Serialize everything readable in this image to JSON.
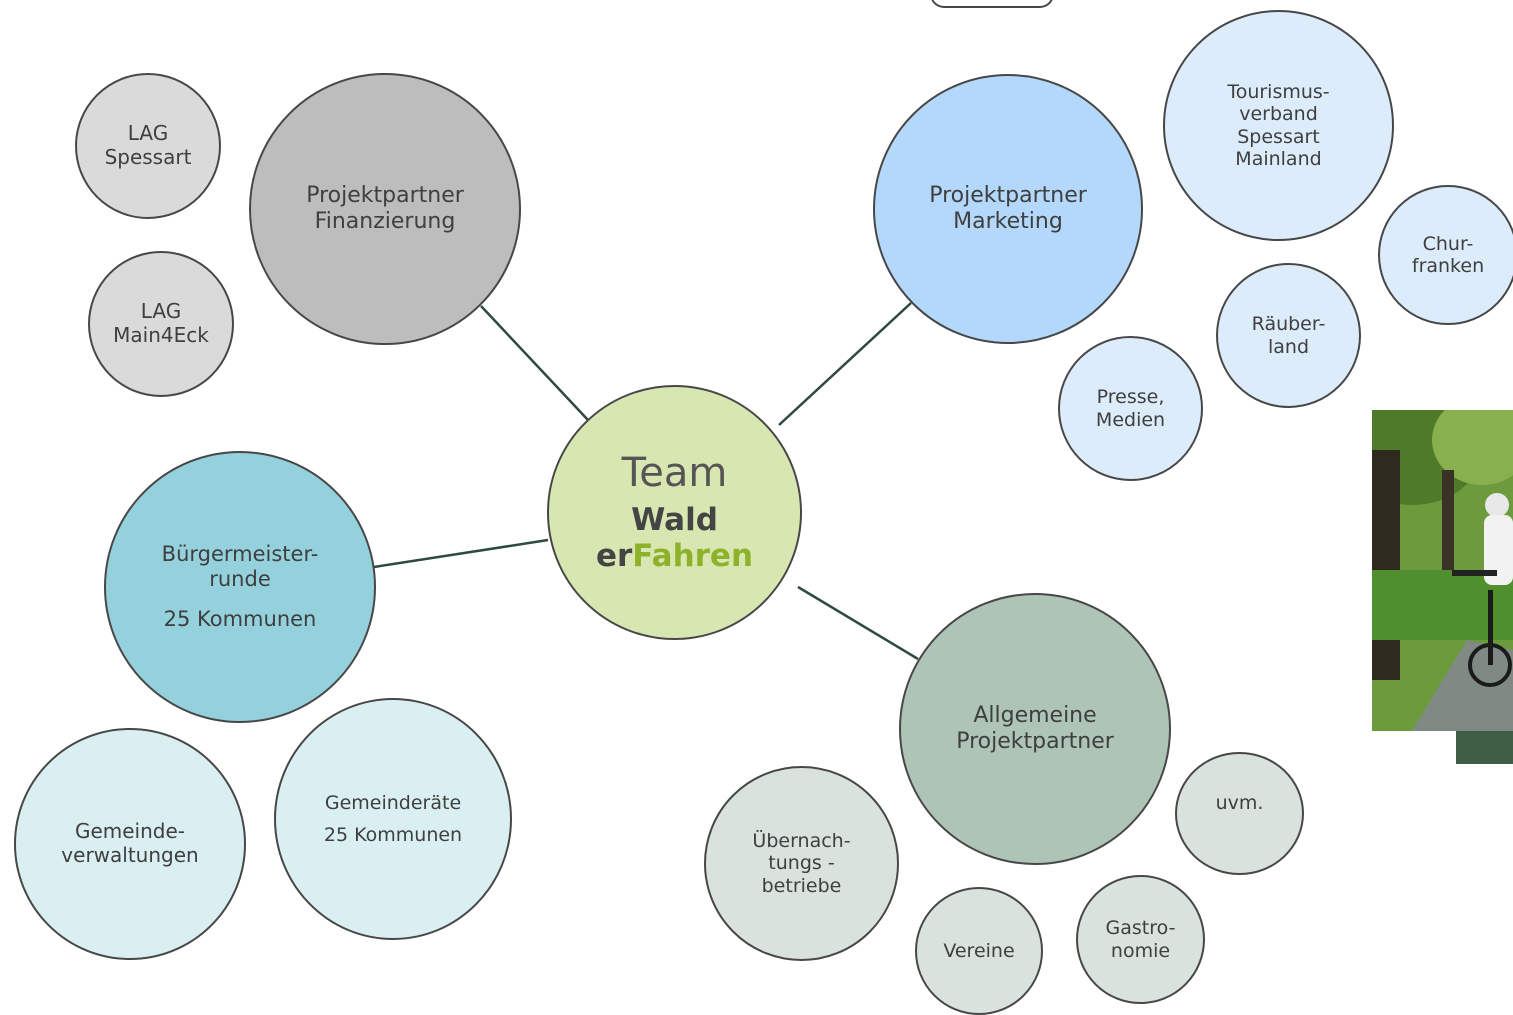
{
  "diagram": {
    "center": {
      "line1": "Team",
      "line2": "Wald",
      "line3_prefix": "er",
      "line3_suffix": "Fahren"
    },
    "finanzierung": {
      "title": [
        "Projektpartner",
        "Finanzierung"
      ],
      "color": "#bdbdbd"
    },
    "lag_spessart": {
      "lines": [
        "LAG",
        "Spessart"
      ],
      "color": "#dadada"
    },
    "lag_main4eck": {
      "lines": [
        "LAG",
        "Main4Eck"
      ],
      "color": "#dadada"
    },
    "marketing": {
      "title": [
        "Projektpartner",
        "Marketing"
      ],
      "color": "#b3d8fb"
    },
    "tourismus": {
      "lines": [
        "Tourismus-",
        "verband",
        "Spessart",
        "Mainland"
      ],
      "color": "#dcecfb"
    },
    "churfranken": {
      "lines": [
        "Chur-",
        "franken"
      ],
      "color": "#dcecfb"
    },
    "raeuberland": {
      "lines": [
        "Räuber-",
        "land"
      ],
      "color": "#dcecfb"
    },
    "presse": {
      "lines": [
        "Presse,",
        "Medien"
      ],
      "color": "#dcecfb"
    },
    "buergermeister": {
      "lines": [
        "Bürgermeister-",
        "runde"
      ],
      "sub": "25 Kommunen",
      "color": "#94d1dc"
    },
    "gemeindeverwaltungen": {
      "lines": [
        "Gemeinde-",
        "verwaltungen"
      ],
      "color": "#daeff2"
    },
    "gemeinderaete": {
      "lines": [
        "Gemeinderäte"
      ],
      "sub": "25 Kommunen",
      "color": "#daeff2"
    },
    "allgemeine": {
      "title": [
        "Allgemeine",
        "Projektpartner"
      ],
      "color": "#aec4b6"
    },
    "uebernachtung": {
      "lines": [
        "Übernach-",
        "tungs -",
        "betriebe"
      ],
      "color": "#d9e2dc"
    },
    "uvm": {
      "lines": [
        "uvm."
      ],
      "color": "#d9e2dc"
    },
    "vereine": {
      "lines": [
        "Vereine"
      ],
      "color": "#d9e2dc"
    },
    "gastronomie": {
      "lines": [
        "Gastro-",
        "nomie"
      ],
      "color": "#d9e2dc"
    },
    "connector_color": "#2e4a3c",
    "center_color": "#d8e6b2"
  }
}
